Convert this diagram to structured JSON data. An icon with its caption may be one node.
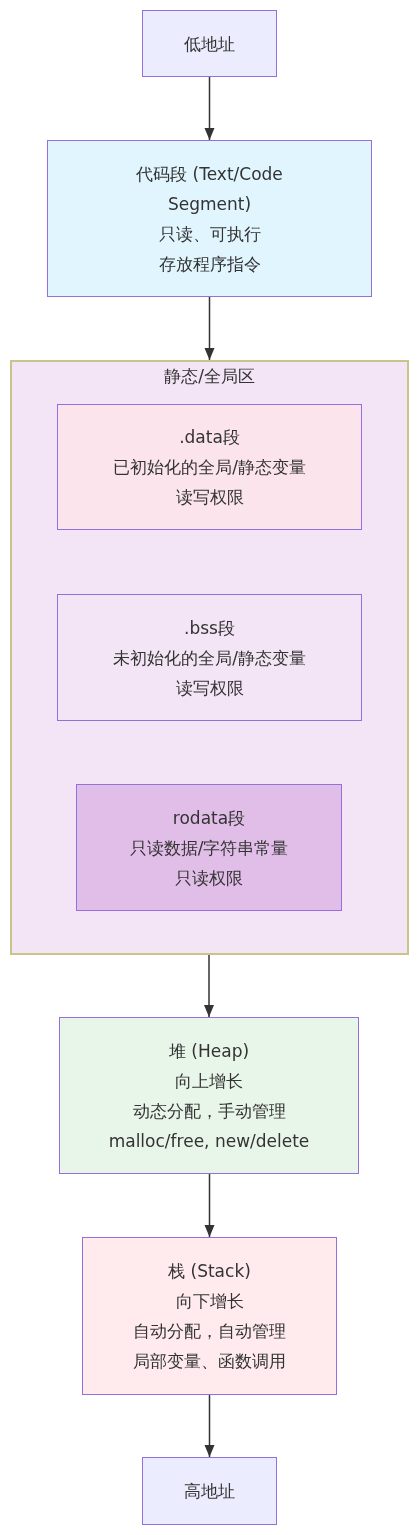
{
  "diagram": {
    "nodes": [
      {
        "text": [
          "低地址"
        ]
      },
      {
        "text": [
          "代码段 (Text/Code Segment)",
          "只读、可执行",
          "存放程序指令"
        ]
      },
      {
        "text": [
          "静态/全局区"
        ]
      },
      {
        "text": [
          ".data段",
          "已初始化的全局/静态变量",
          "读写权限"
        ],
        "in": 2
      },
      {
        "text": [
          ".bss段",
          "未初始化的全局/静态变量",
          "读写权限"
        ],
        "in": 2
      },
      {
        "text": [
          "rodata段",
          "只读数据/字符串常量",
          "只读权限"
        ],
        "in": 2
      },
      {
        "text": [
          "堆 (Heap)",
          "向上增长",
          "动态分配，手动管理",
          "malloc/free, new/delete"
        ]
      },
      {
        "text": [
          "栈 (Stack)",
          "向下增长",
          "自动分配，自动管理",
          "局部变量、函数调用"
        ]
      },
      {
        "text": [
          "高地址"
        ]
      }
    ],
    "edges": [
      {
        "from": 0,
        "to": 1,
        "arrow": "to"
      },
      {
        "from": 1,
        "to": 2,
        "arrow": "to"
      },
      {
        "from": 2,
        "to": 6,
        "arrow": "to"
      },
      {
        "from": 6,
        "to": 7,
        "arrow": "to"
      },
      {
        "from": 7,
        "to": 8,
        "arrow": "to"
      }
    ]
  }
}
